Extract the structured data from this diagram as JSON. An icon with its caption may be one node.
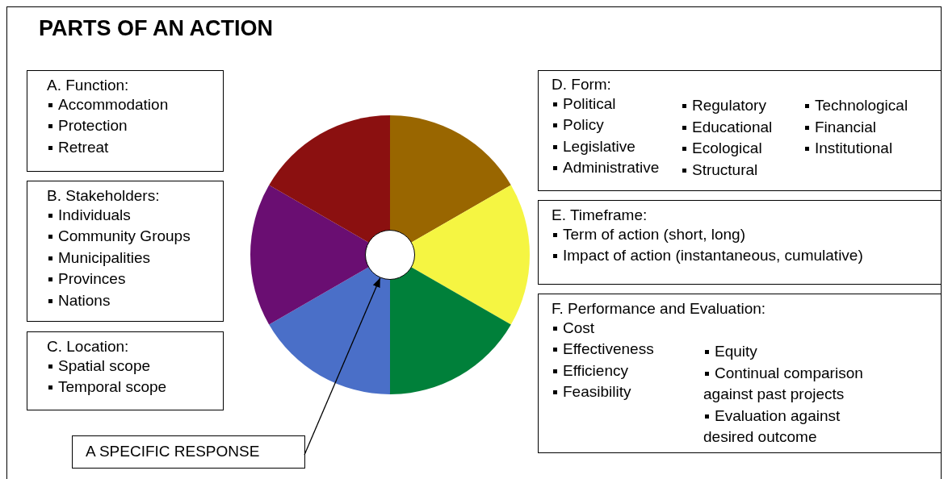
{
  "diagram": {
    "title": "PARTS OF AN ACTION",
    "nodes": [
      {
        "text": [
          "A. Function:",
          "Accommodation",
          "Protection",
          "Retreat"
        ]
      },
      {
        "text": [
          "B. Stakeholders:",
          "Individuals",
          "Community Groups",
          "Municipalities",
          "Provinces",
          "Nations"
        ]
      },
      {
        "text": [
          "C. Location:",
          "Spatial scope",
          "Temporal scope"
        ]
      },
      {
        "text": [
          "D. Form:",
          "Political",
          "Policy",
          "Legislative",
          "Administrative",
          "Regulatory",
          "Educational",
          "Ecological",
          "Structural",
          "Technological",
          "Financial",
          "Institutional"
        ]
      },
      {
        "text": [
          "E. Timeframe:",
          "Term of action (short, long)",
          "Impact of action (instantaneous, cumulative)"
        ]
      },
      {
        "text": [
          "F. Performance and Evaluation:",
          "Cost",
          "Effectiveness",
          "Efficiency",
          "Feasibility",
          "Equity",
          "Continual comparison against past projects",
          "Evaluation against desired outcome"
        ]
      },
      {
        "text": [],
        "shape": "circle"
      },
      {
        "text": [
          "A SPECIFIC RESPONSE"
        ]
      }
    ],
    "edges": [
      {
        "from": 7,
        "to": 6,
        "arrow": "to"
      }
    ]
  }
}
